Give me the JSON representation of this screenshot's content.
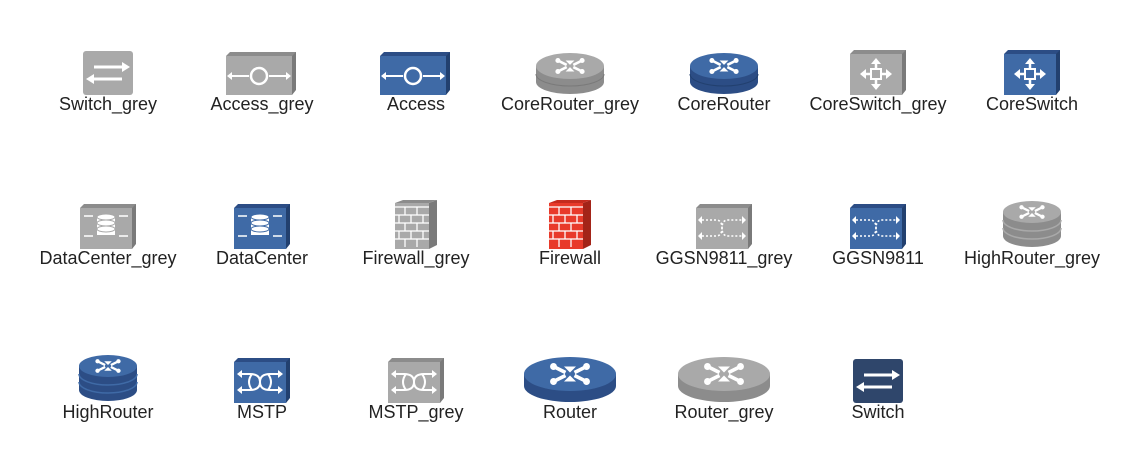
{
  "colors": {
    "blue_top": "#3f6aa6",
    "blue_side": "#2c4d85",
    "blue_dark": "#22406f",
    "grey_top": "#a9a9a9",
    "grey_side": "#8c8c8c",
    "grey_dark": "#7a7a7a",
    "red": "#e83a2a",
    "navy": "#2f466b",
    "label": "#222222"
  },
  "items": [
    {
      "label": "Switch_grey",
      "icon": "switch-icon",
      "tone": "grey"
    },
    {
      "label": "Access_grey",
      "icon": "access-icon",
      "tone": "grey"
    },
    {
      "label": "Access",
      "icon": "access-icon",
      "tone": "blue"
    },
    {
      "label": "CoreRouter_grey",
      "icon": "core-router-icon",
      "tone": "grey"
    },
    {
      "label": "CoreRouter",
      "icon": "core-router-icon",
      "tone": "blue"
    },
    {
      "label": "CoreSwitch_grey",
      "icon": "core-switch-icon",
      "tone": "grey"
    },
    {
      "label": "CoreSwitch",
      "icon": "core-switch-icon",
      "tone": "blue"
    },
    {
      "label": "DataCenter_grey",
      "icon": "data-center-icon",
      "tone": "grey"
    },
    {
      "label": "DataCenter",
      "icon": "data-center-icon",
      "tone": "blue"
    },
    {
      "label": "Firewall_grey",
      "icon": "firewall-icon",
      "tone": "grey"
    },
    {
      "label": "Firewall",
      "icon": "firewall-icon",
      "tone": "red"
    },
    {
      "label": "GGSN9811_grey",
      "icon": "ggsn-icon",
      "tone": "grey"
    },
    {
      "label": "GGSN9811",
      "icon": "ggsn-icon",
      "tone": "blue"
    },
    {
      "label": "HighRouter_grey",
      "icon": "high-router-icon",
      "tone": "grey"
    },
    {
      "label": "HighRouter",
      "icon": "high-router-icon",
      "tone": "blue"
    },
    {
      "label": "MSTP",
      "icon": "mstp-icon",
      "tone": "blue"
    },
    {
      "label": "MSTP_grey",
      "icon": "mstp-icon",
      "tone": "grey"
    },
    {
      "label": "Router",
      "icon": "router-icon",
      "tone": "blue"
    },
    {
      "label": "Router_grey",
      "icon": "router-icon",
      "tone": "grey"
    },
    {
      "label": "Switch",
      "icon": "switch-icon",
      "tone": "navy"
    }
  ]
}
